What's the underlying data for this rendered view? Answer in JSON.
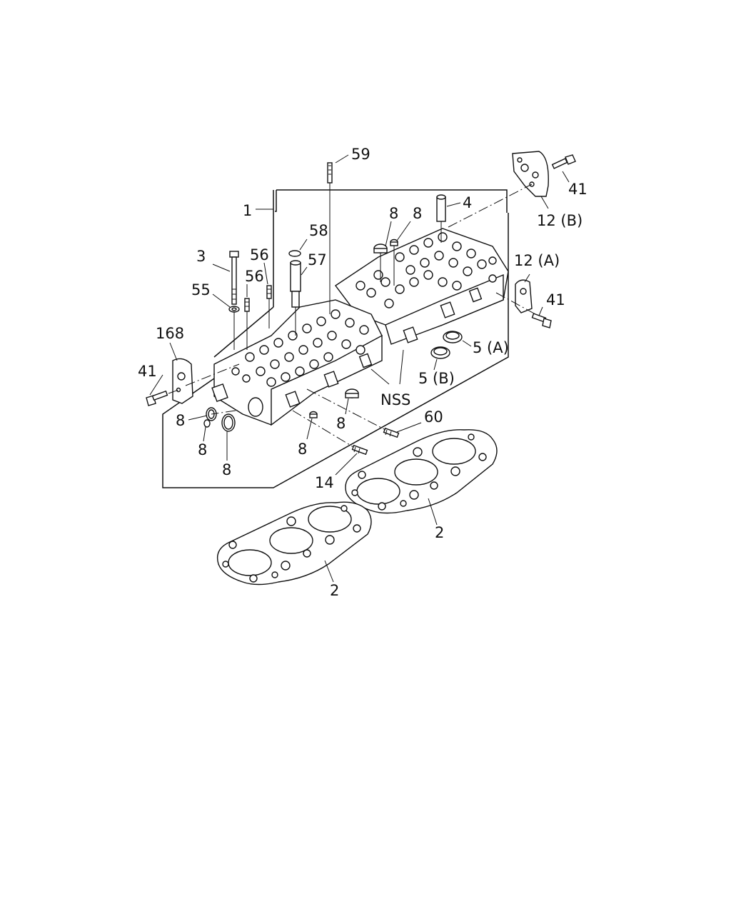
{
  "callouts": {
    "c59": "59",
    "c1": "1",
    "c8a": "8",
    "c8b": "8",
    "c4": "4",
    "c41a": "41",
    "c12b": "12 (B)",
    "c58": "58",
    "c3": "3",
    "c56a": "56",
    "c57": "57",
    "c56b": "56",
    "c55": "55",
    "c12a": "12 (A)",
    "c41b": "41",
    "c168": "168",
    "c5a": "5 (A)",
    "c5b": "5 (B)",
    "c41c": "41",
    "cNSS": "NSS",
    "c8c": "8",
    "c60": "60",
    "c8d": "8",
    "c8e": "8",
    "c8f": "8",
    "c8g": "8",
    "c14": "14",
    "c2a": "2",
    "c2b": "2"
  }
}
